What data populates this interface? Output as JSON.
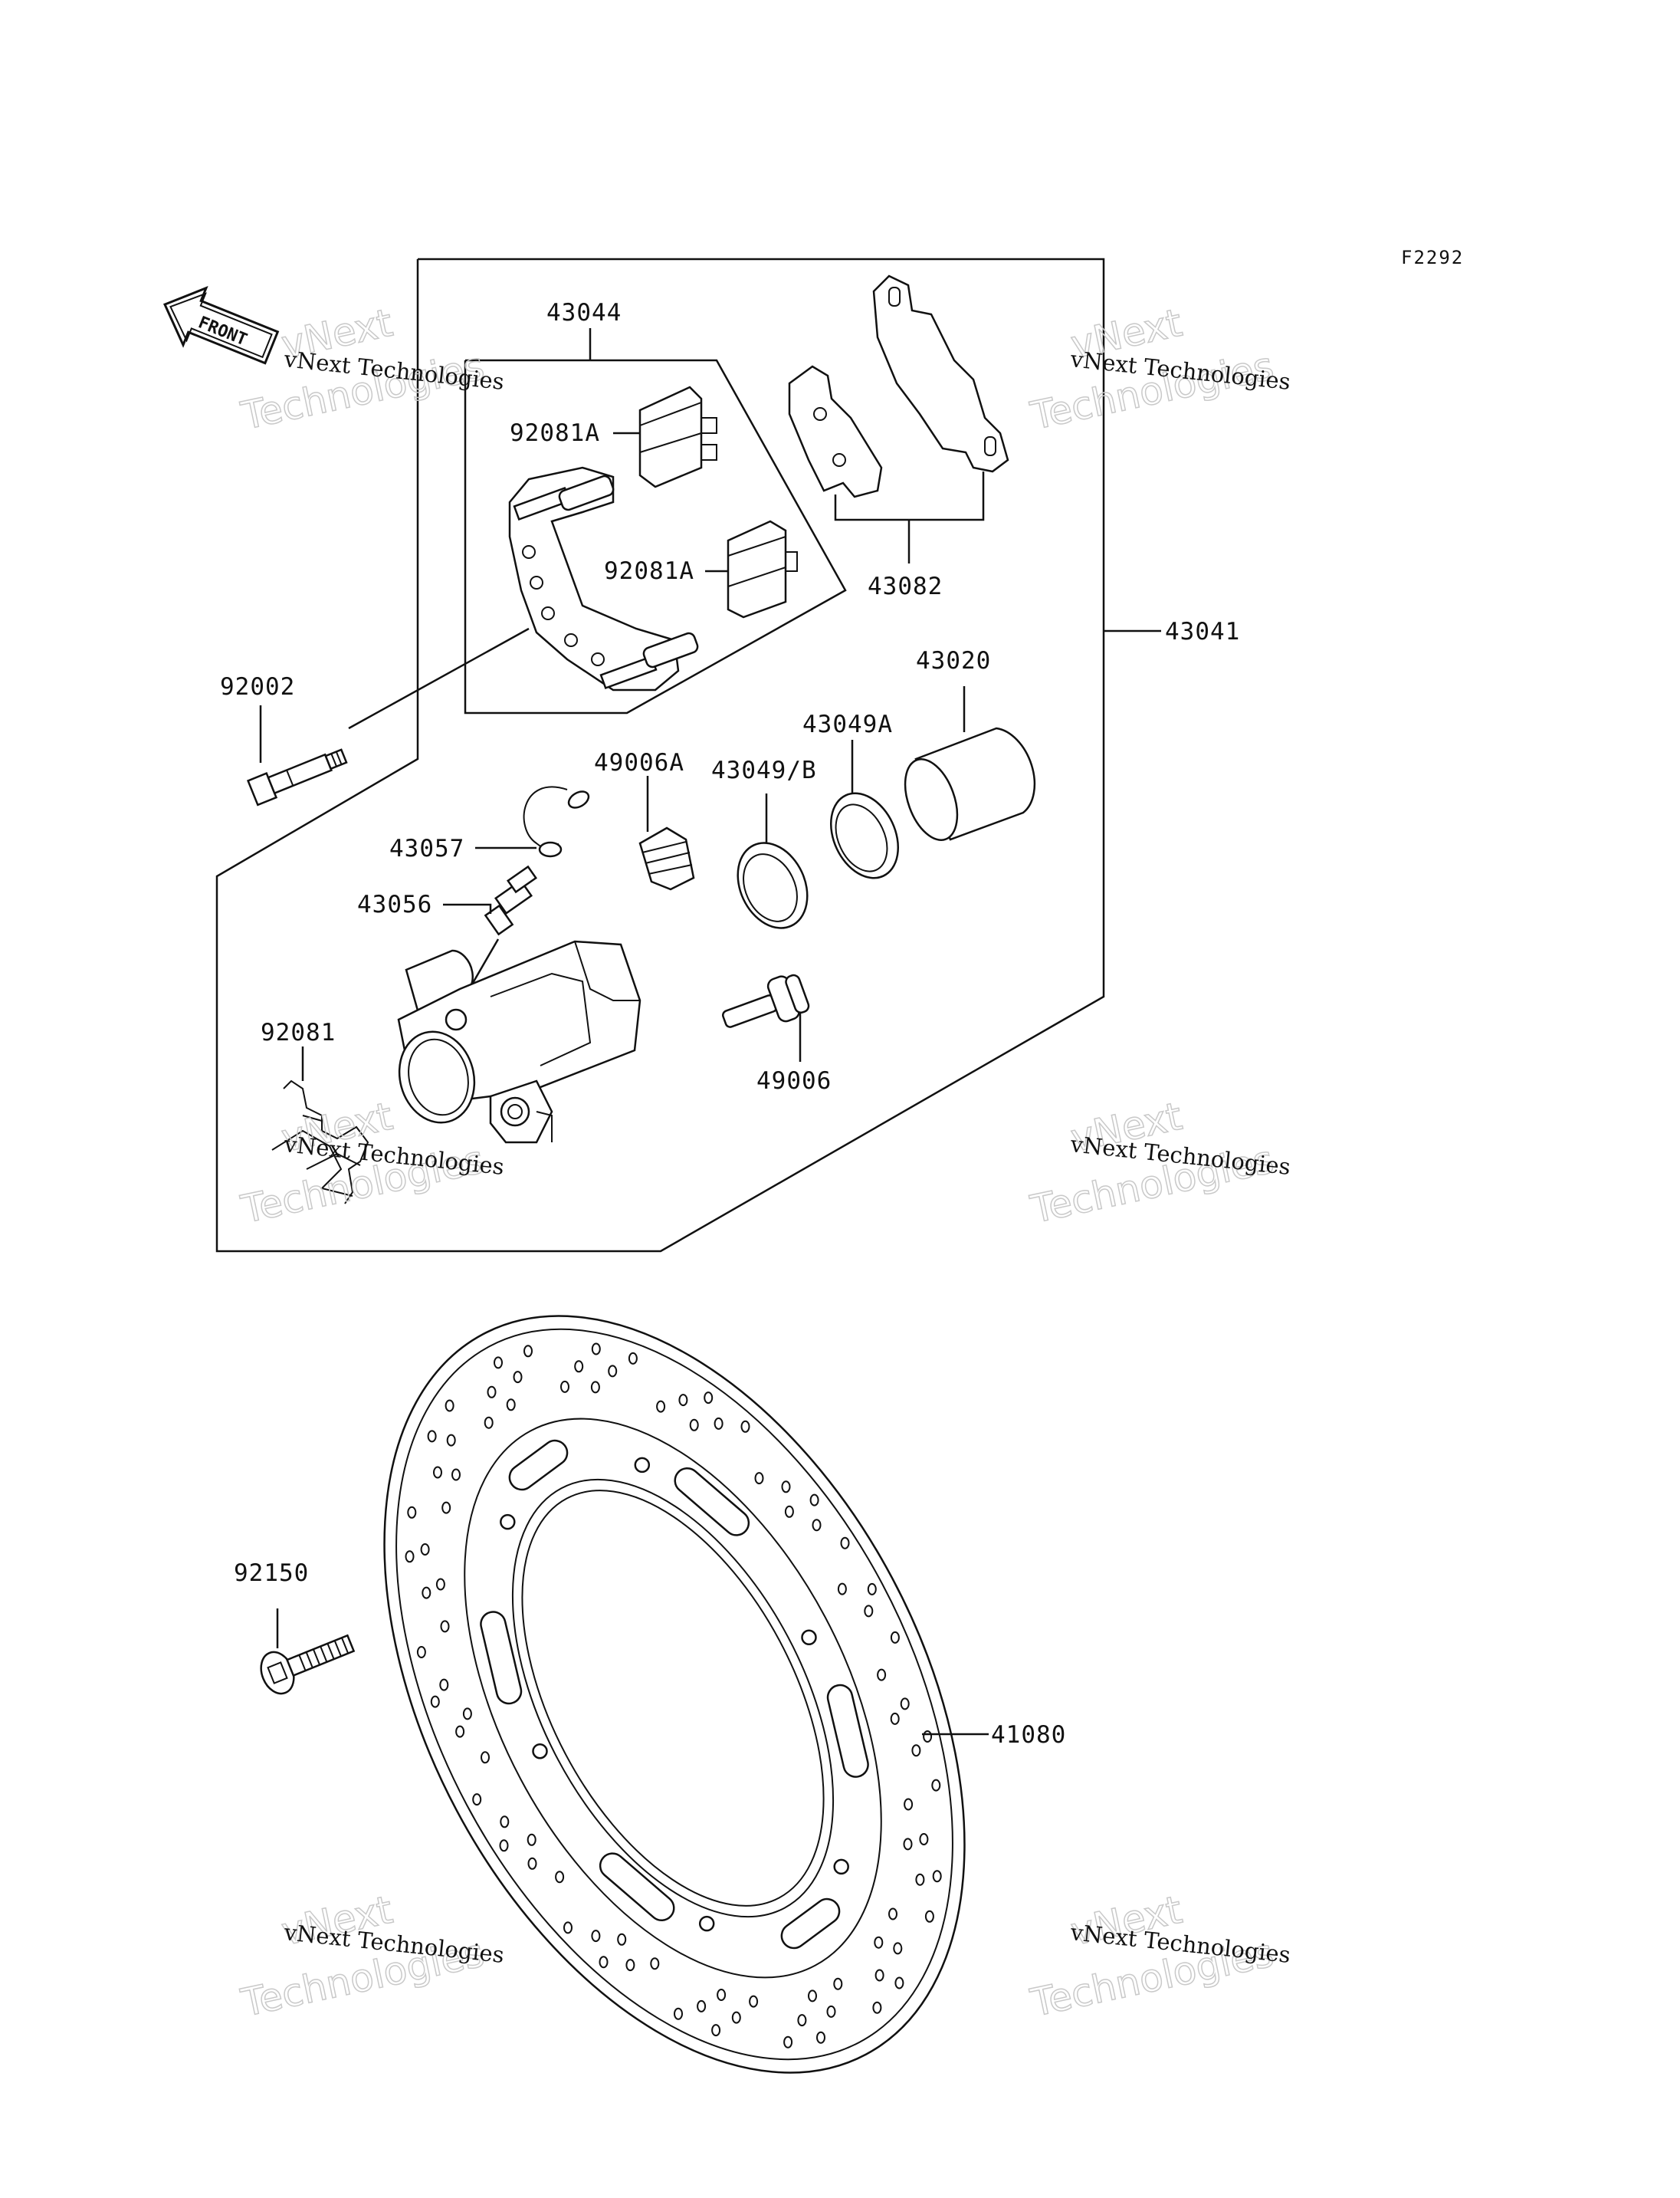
{
  "diagram": {
    "code": "F2292",
    "front_label": "FRONT",
    "parts": {
      "p43044": "43044",
      "p92081A_1": "92081A",
      "p92081A_2": "92081A",
      "p43082": "43082",
      "p43041": "43041",
      "p43020": "43020",
      "p43049A": "43049A",
      "p43049B": "43049/B",
      "p49006A": "49006A",
      "p92002": "92002",
      "p43057": "43057",
      "p43056": "43056",
      "p49006": "49006",
      "p92081": "92081",
      "p92150": "92150",
      "p41080": "41080"
    }
  },
  "watermark": {
    "company": "vNext Technologies",
    "word1": "vNext",
    "word2": "Technologies"
  }
}
